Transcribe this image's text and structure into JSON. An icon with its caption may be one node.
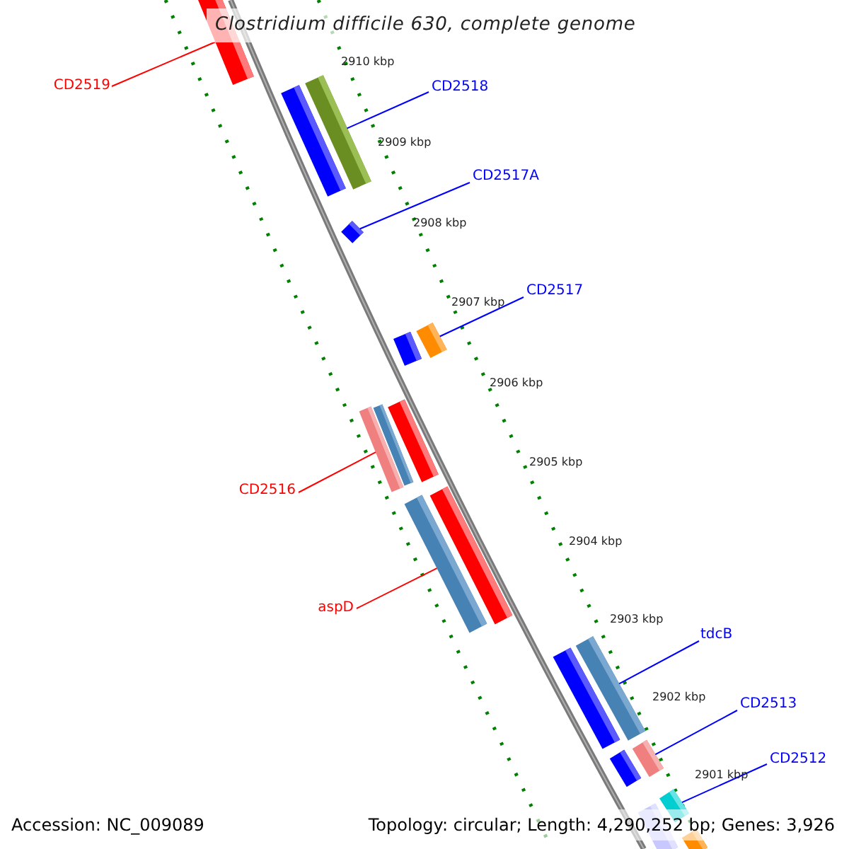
{
  "diagram": {
    "title": "Clostridium difficile 630, complete genome",
    "nodes": [
      {
        "text": [],
        "shape": "bar"
      },
      {
        "text": [],
        "shape": "bar"
      },
      {
        "text": [],
        "shape": "bar"
      },
      {
        "text": [],
        "shape": "bar"
      },
      {
        "text": [],
        "shape": "bar"
      },
      {
        "text": [],
        "shape": "bar"
      },
      {
        "text": [],
        "shape": "bar"
      },
      {
        "text": [],
        "shape": "bar"
      },
      {
        "text": [],
        "shape": "bar"
      },
      {
        "text": [],
        "shape": "bar"
      },
      {
        "text": [],
        "shape": "bar"
      },
      {
        "text": [],
        "shape": "bar"
      },
      {
        "text": [],
        "shape": "bar"
      },
      {
        "text": [],
        "shape": "bar"
      },
      {
        "text": [],
        "shape": "bar"
      },
      {
        "text": [],
        "shape": "bar"
      },
      {
        "text": [],
        "shape": "bar"
      },
      {
        "text": [],
        "shape": "bar"
      },
      {
        "text": [
          "CD2519"
        ]
      },
      {
        "text": [
          "CD2518"
        ]
      },
      {
        "text": [
          "CD2517A"
        ]
      },
      {
        "text": [
          "CD2517"
        ]
      },
      {
        "text": [
          "CD2516"
        ]
      },
      {
        "text": [
          "aspD"
        ]
      },
      {
        "text": [
          "tdcB"
        ]
      },
      {
        "text": [
          "CD2513"
        ]
      },
      {
        "text": [
          "CD2512"
        ]
      }
    ],
    "edges": [
      {
        "from": 18,
        "to": 0,
        "arrow": "none",
        "color": "#ff0000"
      },
      {
        "from": 19,
        "to": 2,
        "arrow": "none"
      },
      {
        "from": 20,
        "to": 3,
        "arrow": "none"
      },
      {
        "from": 21,
        "to": 5,
        "arrow": "none"
      },
      {
        "from": 22,
        "to": 6,
        "arrow": "none",
        "color": "#ff0000"
      },
      {
        "from": 23,
        "to": 9,
        "arrow": "none",
        "color": "#ff0000"
      },
      {
        "from": 24,
        "to": 12,
        "arrow": "none"
      },
      {
        "from": 25,
        "to": 14,
        "arrow": "none"
      },
      {
        "from": 26,
        "to": 15,
        "arrow": "none"
      }
    ],
    "labels": [
      "2910 kbp",
      "2909 kbp",
      "2908 kbp",
      "2907 kbp",
      "2906 kbp",
      "2905 kbp",
      "2904 kbp",
      "2903 kbp",
      "2902 kbp",
      "2901 kbp",
      "Accession: NC_009089",
      "Topology: circular; Length: 4,290,252 bp; Genes: 3,926"
    ]
  }
}
